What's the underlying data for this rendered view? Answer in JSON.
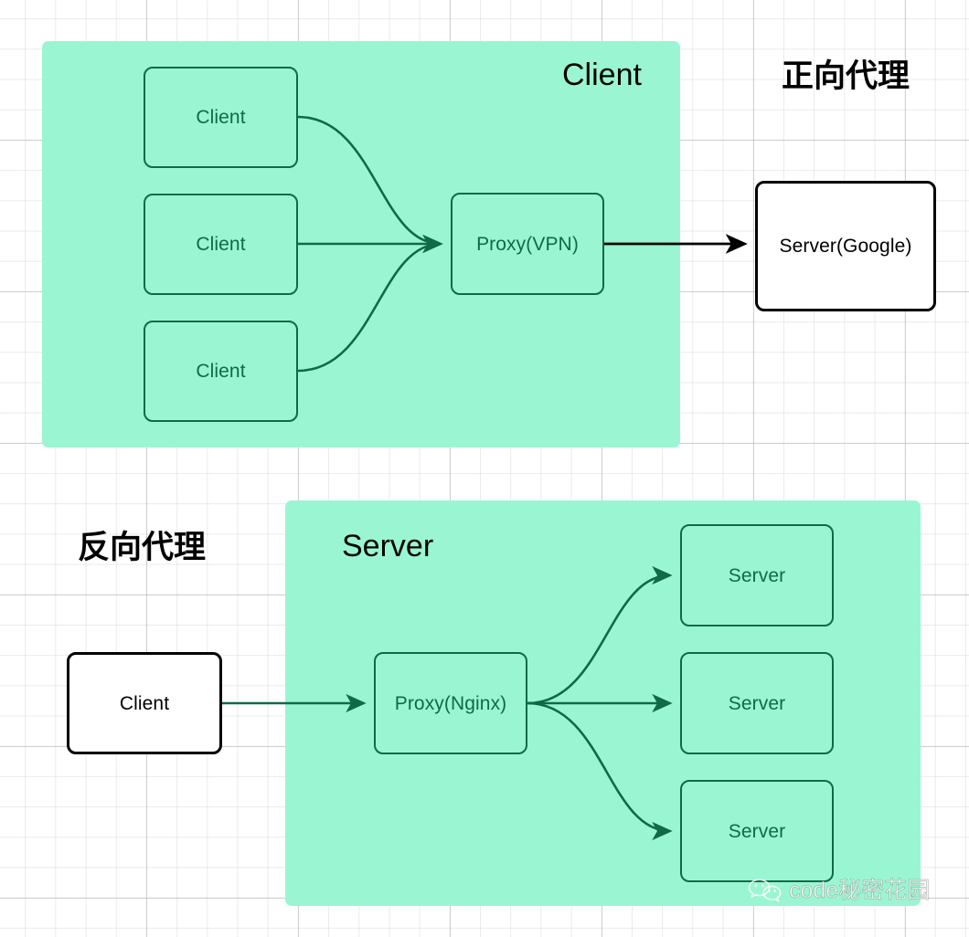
{
  "diagram": {
    "title_forward": "正向代理",
    "title_reverse": "反向代理",
    "panels": [
      {
        "id": "client-panel",
        "label": "Client"
      },
      {
        "id": "server-panel",
        "label": "Server"
      }
    ],
    "colors": {
      "panel_fill": "#9AF6D2",
      "green_node_fill": "#9AF6D2",
      "green_node_border": "#11694A",
      "green_node_text": "#11694A",
      "white_node_fill": "#FFFFFF",
      "white_node_border": "#000000",
      "white_node_text": "#000000",
      "grid_line": "#D2D2D2",
      "heading_text": "#000000"
    },
    "forward_proxy": {
      "heading": "正向代理",
      "panel_label": "Client",
      "clients": [
        {
          "label": "Client"
        },
        {
          "label": "Client"
        },
        {
          "label": "Client"
        }
      ],
      "proxy": {
        "label": "Proxy(VPN)"
      },
      "target": {
        "label": "Server(Google)"
      }
    },
    "reverse_proxy": {
      "heading": "反向代理",
      "panel_label": "Server",
      "client": {
        "label": "Client"
      },
      "proxy": {
        "label": "Proxy(Nginx)"
      },
      "servers": [
        {
          "label": "Server"
        },
        {
          "label": "Server"
        },
        {
          "label": "Server"
        }
      ]
    }
  },
  "watermark": {
    "text": "code秘密花园",
    "icon": "wechat-icon"
  }
}
